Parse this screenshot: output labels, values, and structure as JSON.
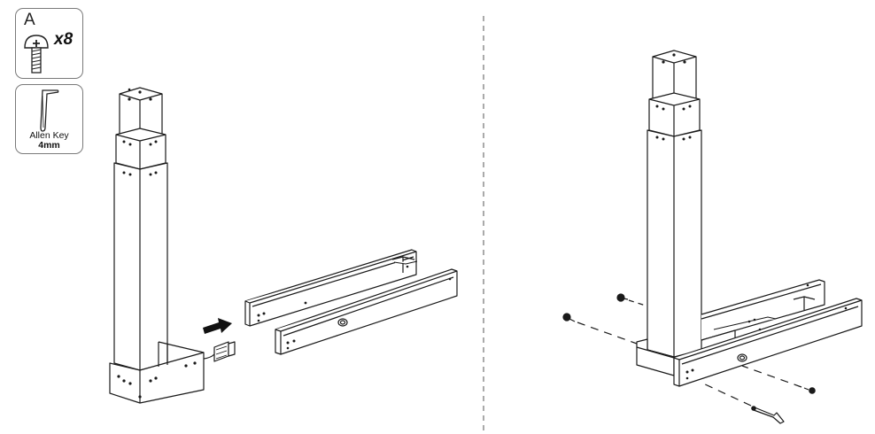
{
  "parts": {
    "screw": {
      "letter": "A",
      "quantity": "x8",
      "icon": "button-head-screw-icon"
    },
    "tool": {
      "name": "Allen Key",
      "size": "4mm",
      "icon": "allen-key-icon"
    }
  },
  "steps": [
    {
      "panel": "left",
      "description_icon": "insert-arrow-icon"
    },
    {
      "panel": "right",
      "description_icon": "screw-assembly-icon"
    }
  ],
  "colors": {
    "line": "#1a1a1a",
    "arrow": "#111111",
    "divider": "#555555",
    "card_border": "#7a7a7a"
  }
}
